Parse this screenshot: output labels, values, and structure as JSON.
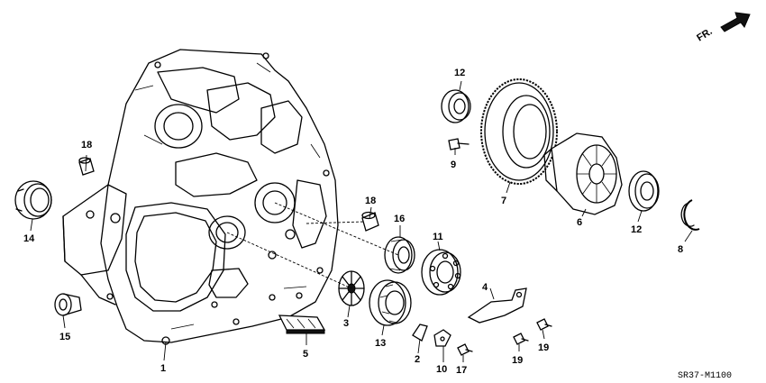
{
  "diagram": {
    "callouts": [
      {
        "key": "c1",
        "text": "1"
      },
      {
        "key": "c2",
        "text": "2"
      },
      {
        "key": "c3",
        "text": "3"
      },
      {
        "key": "c4",
        "text": "4"
      },
      {
        "key": "c5",
        "text": "5"
      },
      {
        "key": "c6",
        "text": "6"
      },
      {
        "key": "c7",
        "text": "7"
      },
      {
        "key": "c8",
        "text": "8"
      },
      {
        "key": "c9",
        "text": "9"
      },
      {
        "key": "c10",
        "text": "10"
      },
      {
        "key": "c11",
        "text": "11"
      },
      {
        "key": "c12a",
        "text": "12"
      },
      {
        "key": "c12b",
        "text": "12"
      },
      {
        "key": "c13",
        "text": "13"
      },
      {
        "key": "c14",
        "text": "14"
      },
      {
        "key": "c15",
        "text": "15"
      },
      {
        "key": "c16",
        "text": "16"
      },
      {
        "key": "c17",
        "text": "17"
      },
      {
        "key": "c18a",
        "text": "18"
      },
      {
        "key": "c18b",
        "text": "18"
      },
      {
        "key": "c19a",
        "text": "19"
      },
      {
        "key": "c19b",
        "text": "19"
      }
    ],
    "direction_label": "FR.",
    "drawing_code": "SR37-M1100",
    "icons": {
      "direction": "forward-arrow-icon"
    }
  }
}
